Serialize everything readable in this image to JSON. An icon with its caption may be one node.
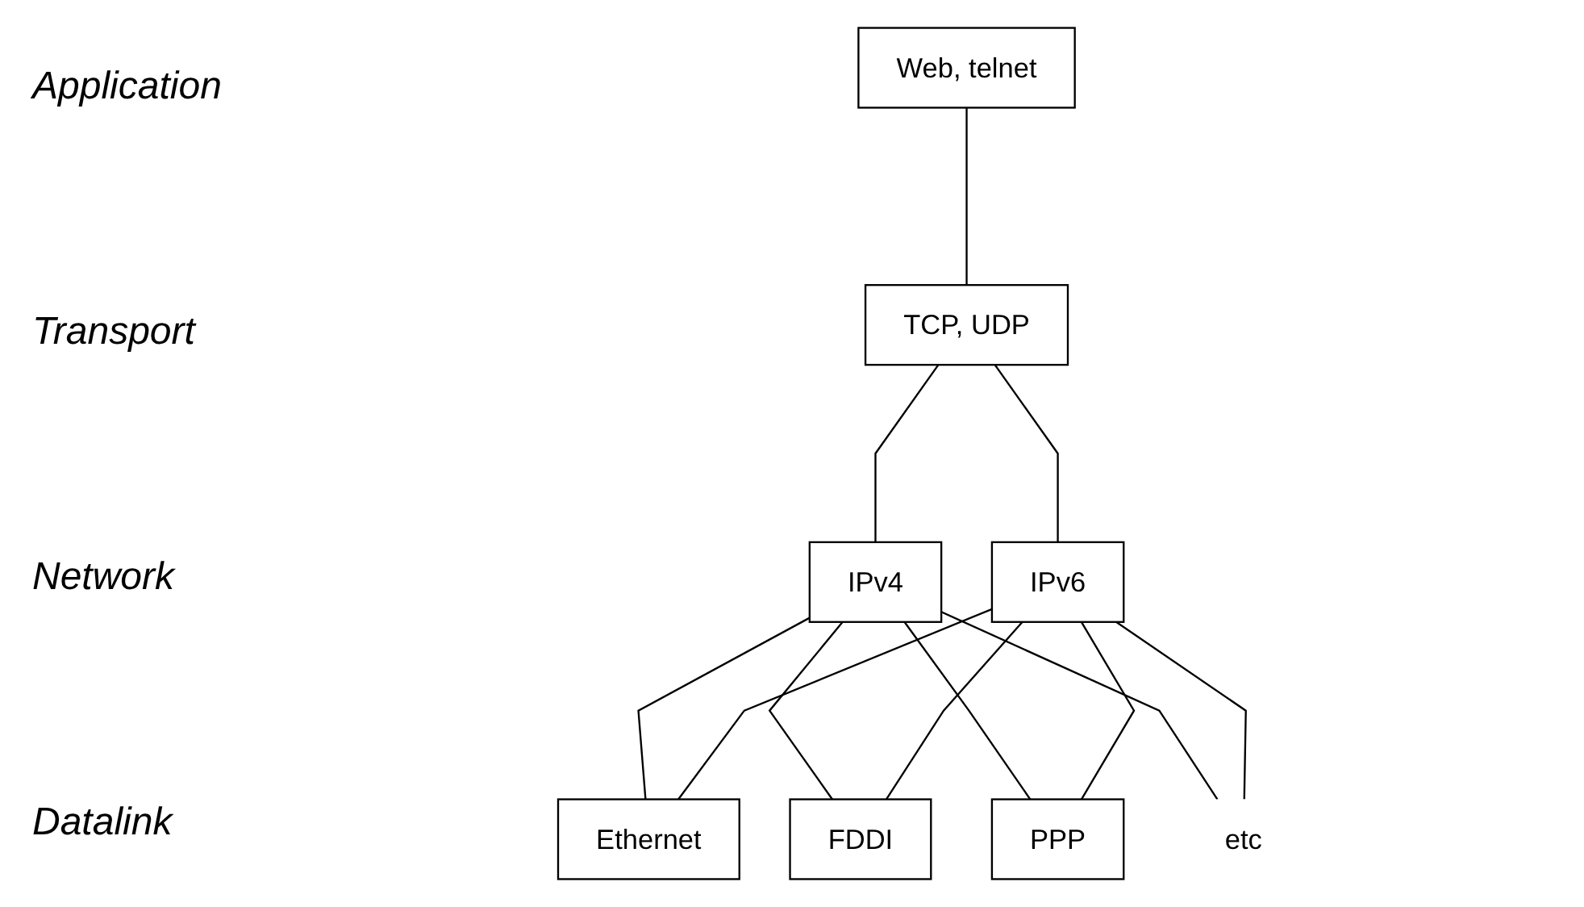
{
  "diagram": {
    "nodes": [
      {
        "text": [
          "Web, telnet"
        ]
      },
      {
        "text": [
          "TCP, UDP"
        ]
      },
      {
        "text": [
          "IPv4"
        ]
      },
      {
        "text": [
          "IPv6"
        ]
      },
      {
        "text": [
          "Ethernet"
        ]
      },
      {
        "text": [
          "FDDI"
        ]
      },
      {
        "text": [
          "PPP"
        ]
      },
      {
        "text": [
          "etc"
        ]
      }
    ],
    "edges": [
      {
        "from": 0,
        "to": 1,
        "arrow": "none"
      },
      {
        "from": 1,
        "to": 2,
        "arrow": "none"
      },
      {
        "from": 1,
        "to": 3,
        "arrow": "none"
      },
      {
        "from": 2,
        "to": 4,
        "arrow": "none"
      },
      {
        "from": 2,
        "to": 5,
        "arrow": "none"
      },
      {
        "from": 2,
        "to": 6,
        "arrow": "none"
      },
      {
        "from": 2,
        "to": 7,
        "arrow": "none"
      },
      {
        "from": 3,
        "to": 4,
        "arrow": "none"
      },
      {
        "from": 3,
        "to": 5,
        "arrow": "none"
      },
      {
        "from": 3,
        "to": 6,
        "arrow": "none"
      },
      {
        "from": 3,
        "to": 7,
        "arrow": "none"
      }
    ],
    "labels": [
      "Application",
      "Transport",
      "Network",
      "Datalink"
    ]
  }
}
